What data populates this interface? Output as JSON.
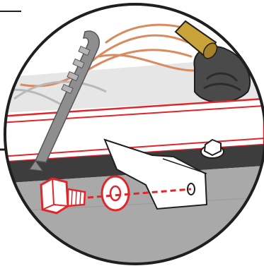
{
  "diagram": {
    "type": "installation-detail-callout",
    "view": "circular-zoom-detail",
    "colors": {
      "background": "#ffffff",
      "outline": "#1f1f1f",
      "highlight": "#e0262a",
      "zip_tie": "#8e8e8e",
      "wires": "#d98a5e",
      "connector": "#c9a23a",
      "grommet": "#4a4a4a",
      "frame": "#ffffff",
      "gap": "#3d3d3d",
      "floor": "#a9a9a9"
    },
    "parts": [
      {
        "name": "bolt",
        "icon": "hex-bolt-icon",
        "highlighted": true
      },
      {
        "name": "washer",
        "icon": "washer-icon",
        "highlighted": true
      },
      {
        "name": "mounting-bracket",
        "icon": "bracket-icon",
        "highlighted": false
      },
      {
        "name": "zip-tie",
        "icon": "zip-tie-icon",
        "highlighted": false
      },
      {
        "name": "wire-harness",
        "icon": "wire-icon",
        "highlighted": false
      },
      {
        "name": "connector",
        "icon": "connector-icon",
        "highlighted": false
      },
      {
        "name": "frame-rail",
        "icon": "rail-icon",
        "highlighted": true
      }
    ],
    "assembly_guide": "dashed-line"
  }
}
